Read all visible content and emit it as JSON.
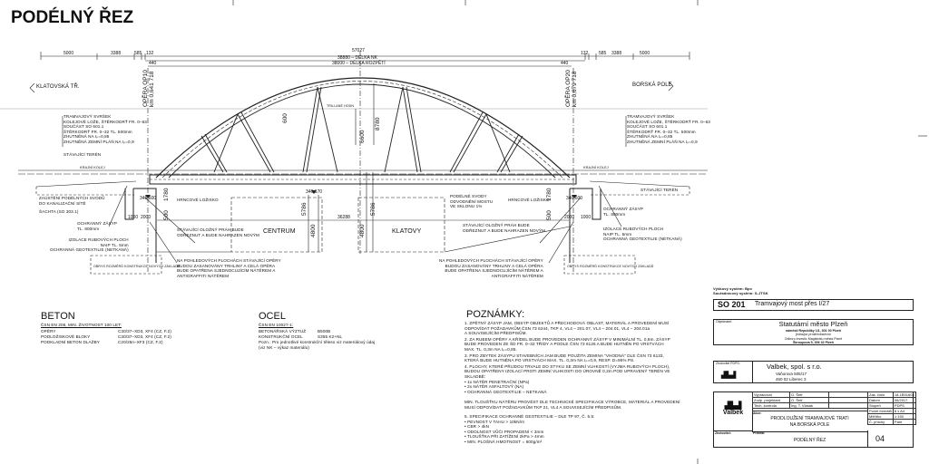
{
  "title": "PODÉLNÝ ŘEZ",
  "dimensions": {
    "total": "57027",
    "nk_length": "38880 – DÉLKA NK",
    "span": "38000 – DÉLKA ROZPĚTÍ",
    "left": [
      "5000",
      "3388",
      "585",
      "132",
      "440"
    ],
    "right": [
      "132",
      "585",
      "3388",
      "5000",
      "440"
    ],
    "arch_height": [
      "6600",
      "8780"
    ],
    "misc": [
      "2000",
      "1000",
      "500",
      "1780",
      "2000",
      "1000",
      "500",
      "1780",
      "4800",
      "5786",
      "4800",
      "5786",
      "36288",
      "600"
    ]
  },
  "directions": {
    "left": "KLATOVSKÁ TŘ.",
    "right": "BORSKÁ POLE"
  },
  "abutments": {
    "left": "OPĚRA OP10\nkm 0,641 718",
    "right": "OPĚRA OP20\nkm 0,679 718"
  },
  "levels": {
    "left_bearing": "346,600",
    "right_bearing": "346,600",
    "mid": "346,170",
    "arch_mark": "TRILLANÉ HODN"
  },
  "labels": {
    "layers_left": "TRAMVAJOVÝ SVRŠEK\nKOLEJOVÉ LOŽE, ŠTĚRKODRŤ FR. 0–63\nSOUČÁST SO 601.1\nŠTĚRKODRŤ FR. 0–32 TL. 500mm\nZHUTNĚNÁ NA Iₚ=0,85\nZHUTNĚNÁ ZEMNÍ PLÁŇ NA Iₚ=0,9",
    "layers_right": "TRAMVAJOVÝ SVRŠEK\nKOLEJOVÉ LOŽE, ŠTĚRKODRŤ FR. 0–63\nSOUČÁST SO 601.1\nŠTĚRKODRŤ FR. 0–32 TL. 500mm\nZHUTNĚNÁ NA Iₚ=0,85\nZHUTNĚNÁ ZEMNÍ PLÁŇ NA Iₚ=0,9",
    "terrain_left": "STÁVAJÍCÍ TERÉN",
    "terrain_right": "STÁVAJÍCÍ TERÉN",
    "rail_left": "KRAJNÍ KOLEJ",
    "rail_right": "KRAJNÍ KOLEJ",
    "drain": "ZAÚSTĚNÍ PODÉLNÝCH SVODŮ\nDO KANALIZAČNÍ SÍTĚ",
    "shaft": "ŠACHTA (SO 303.1)",
    "backfill_left": "OCHRANNÝ ZÁSYP\nTL. 800mm",
    "backfill_right": "OCHRANNÝ ZÁSYP\nTL. 800mm",
    "insulation_left": "IZOLACE RUBOVÝCH PLOCH\nNAIP TL. 5mm\nOCHRANNÁ GEOTEXTILIE (NETKANÁ)",
    "insulation_right": "IZOLACE RUBOVÝCH PLOCH\nNAIP TL. 5mm\nOCHRANNÁ GEOTEXTILIE (NETKANÁ)",
    "bearing_left": "HRNCOVÉ LOŽISKO",
    "bearing_right": "HRNCOVÉ LOŽISKO",
    "beam_left": "STÁVAJÍCÍ OLOŽNÝ PRÁH BUDE\nODŘEZNUT A BUDE NAHRAZEN NOVÝM",
    "beam_right": "STÁVAJÍCÍ OLOŽNÝ PRÁH BUDE\nODŘEZNUT A BUDE NAHRAZEN NOVÝM",
    "facade_left": "NA POHLEDOVÝCH PLOCHÁCH STÁVAJÍCÍ OPĚRY\nBUDOU ZASANOVÁNY TRHLINY A CELÁ OPĚRA\nBUDE OPATŘENA SJEDNOCUJÍCÍM NÁTĚREM A\nANTIGRAFFITI NÁTĚREM",
    "facade_right": "NA POHLEDOVÝCH PLOCHÁCH STÁVAJÍCÍ OPĚRY\nBUDOU ZASANOVÁNY TRHLINY A CELÁ OPĚRA\nBUDE OPATŘENA SJEDNOCUJÍCÍM NÁTĚREM A\nANTIGRAFFITI NÁTĚREM",
    "excavation_left": "OBRYS ROZMĚRŮ KONSTRUKCE NOVÝCH ZÁKLADŮ",
    "excavation_right": "OBRYS ROZMĚRŮ KONSTRUKCE NOVÝCH ZÁKLADŮ",
    "drain_mid": "PODÉLNÉ SVODY\nODVODNĚNÍ MOSTU\nVE SKLONU 1%",
    "centrum": "CENTRUM",
    "klatovy": "KLATOVY"
  },
  "beton": {
    "heading": "BETON",
    "standard": "ČSN EN 206, MIN. ŽIVOTNOST 100 LET:",
    "rows": [
      {
        "item": "OPĚRY",
        "value": "C30/37–XD3, XF4 (CZ, F.2)"
      },
      {
        "item": "PODLOŽISKOVÉ BLOKY",
        "value": "C30/37–XD3, XF4 (CZ, F.2)"
      },
      {
        "item": "PODKLADNÍ BETON DLAŽBY",
        "value": "C20/25n–XF3 (CZ, F.2)"
      }
    ]
  },
  "ocel": {
    "heading": "OCEL",
    "standard": "ČSN EN 10027-1:",
    "rows": [
      {
        "item": "BETONÁŘSKÁ VÝZTUŽ",
        "value": "B500B"
      },
      {
        "item": "KONSTRUKČNÍ OCEL",
        "value": "S355 K2+NL"
      }
    ],
    "note": "Pozn.: Pro jednotlivé konstrukční těleso viz materiálový údaj\n(viz NK – výkaz materiálu)"
  },
  "poznamky": {
    "heading": "POZNÁMKY:",
    "items": [
      "1.  ZPĚTNÝ ZÁSYP JAM, OBSYP OBJEKTŮ A PŘECHODOVÁ OBLAST, MATERIÁL A PROVEDENÍ MUSÍ\n     ODPOVÍDAT POŽADAVKŮM ČSN 73 6244, TKP 4, VL4 – 201.07, VL4 – 204.01, VL4 – 204.01a\n     A SOUVISEJÍCÍM PŘEDPISŮM.",
      "2.  ZA RUBEM OPĚRY A KŘÍDEL BUDE PROVEDEN OCHRANNÝ ZÁSYP V MINIMÁLNÍ TL. 0,8m. ZÁSYP\n     BUDE PROVEDEN ZE ŠD FR. 0–32 TŘÍDY A PODLE ČSN 73 6126 A BUDE HUTNĚN PO VRSTVÁCH\n     MAX. TL. 0,3m NA Iₚ=0,85.",
      "3.  PRO ZBYTEK ZÁSYPU STAVEBNÍCH JAM BUDE POUŽITA ZEMINA \"VHODNÁ\" DLE ČSN 73 6133,\n     KTERÁ BUDE HUTNĚNA PO VRSTVÁCH MAX. TL. 0,3m NA Iₚ=0,9, RESP. D=95% PS.",
      "4.  PLOCHY, KTERÉ PŘIJDOU TRVALE DO STYKU SE ZEMNÍ VLHKOSTÍ (VYJMA RUBOVÝCH PLOCH),\n     BUDOU OPATŘENY IZOLACÍ PROTI ZEMNÍ VLHKOSTI DO ÚROVNĚ 0,2m POD UPRAVENÝ TERÉN VE\n     SKLADBĚ:\n     •   1x NÁTĚR PENETRAČNÍ (NPa)\n     •   2x NÁTĚR ASFALTOVÝ (NA)\n     •   OCHRANNÁ GEOTEXTILIE – NETKANÁ\n\n     MIN. TLOUŠŤKU NÁTĚRU PROVÉST DLE TECHNICKÉ SPECIFIKACE VÝROBCE, MATERIÁL A PROVEDENÍ\n     MUSÍ ODPOVÍDAT POŽADAVKŮM TKP 21, VL4 A SOUVISEJÍCÍM PŘEDPISŮM.",
      "5.  SPECIFIKACE OCHRANNÉ GEOTEXTILIE – DLE TP 97, Č. 5.5:\n     •   PEVNOST V TAHU                     > 10kN/m\n     •   CBR                                         > 4kN\n     •   ODOLNOST VŮČI PROPADENÍ        < 3mm\n     •   TLOUŠŤKA PŘI ZATÍŽENÍ 2kPa       > 4mm\n     •   MIN. PLOŠNÁ HMOTNOST              = 600g/m²"
    ]
  },
  "title_block": {
    "height_system": "Výškový systém: Bpv",
    "coord_system": "Souřadnicový systém: S-JTSK",
    "so_number": "SO 201",
    "so_name": "Tramvajový most přes I/27",
    "client_label": "Objednatel:",
    "client_name": "Statutární město Plzeň",
    "client_lines": [
      "náměstí Republiky 1/1, 301 00 Plzeň",
      "jednající prostřednictvím",
      "Odboru investic Magistrátu města Plzně",
      "Škroupova 5, 306 32 Plzeň"
    ],
    "designer_label": "Zhotovitel PDPS:",
    "designer_name": "Valbek, spol. s r.o.",
    "designer_lines": [
      "Vaňurova 505/17",
      "460 02 Liberec 3"
    ],
    "logo": "Valbek",
    "people": [
      {
        "role": "Vypracoval",
        "name": "O. Šetř"
      },
      {
        "role": "Zodp. projektant",
        "name": "O. Šetř"
      },
      {
        "role": "Tech. kontrola",
        "name": "Ing. T. Vlasák"
      }
    ],
    "action_label": "Akce:",
    "action": "PRODLOUŽENÍ TRAMVAJOVÉ TRATI\nNA BORSKÁ POLE",
    "drawing_label": "Příloha:",
    "drawing": "PODÉLNÝ ŘEZ",
    "meta": [
      {
        "k": "Zak. číslo",
        "v": "18-LB01604"
      },
      {
        "k": "Datum",
        "v": "06/2017"
      },
      {
        "k": "Stupeň",
        "v": "PDPS"
      },
      {
        "k": "Počet formátů",
        "v": "8 x A4"
      },
      {
        "k": "Měřítko",
        "v": "1:150"
      },
      {
        "k": "Č. přílohy",
        "v": "Paré"
      }
    ],
    "sheet": "04",
    "office_label": "Zhotovitel:"
  }
}
